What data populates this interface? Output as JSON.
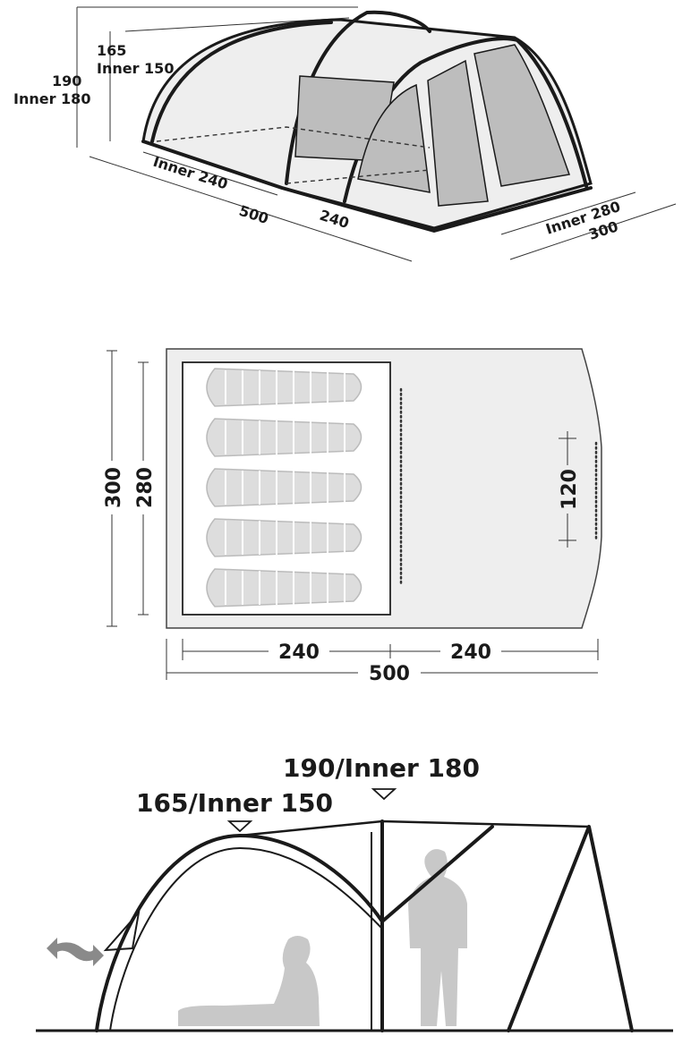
{
  "perspective_view": {
    "height_peak": "190",
    "height_peak_inner": "Inner 180",
    "height_arch": "165",
    "height_arch_inner": "Inner 150",
    "length_inner": "Inner 240",
    "length_total": "500",
    "length_front": "240",
    "width_inner": "Inner 280",
    "width_total": "300"
  },
  "floor_plan": {
    "width_total": "300",
    "width_inner": "280",
    "door_width": "120",
    "length_inner": "240",
    "length_porch": "240",
    "length_total": "500",
    "sleeping_bag_count": 5
  },
  "side_view": {
    "peak_height_label": "190/Inner 180",
    "arch_height_label": "165/Inner 150"
  },
  "colors": {
    "line": "#1a1a1a",
    "fill_light": "#eeeeee",
    "fill_glass": "#bdbdbd",
    "fill_figure": "#c8c8c8"
  }
}
